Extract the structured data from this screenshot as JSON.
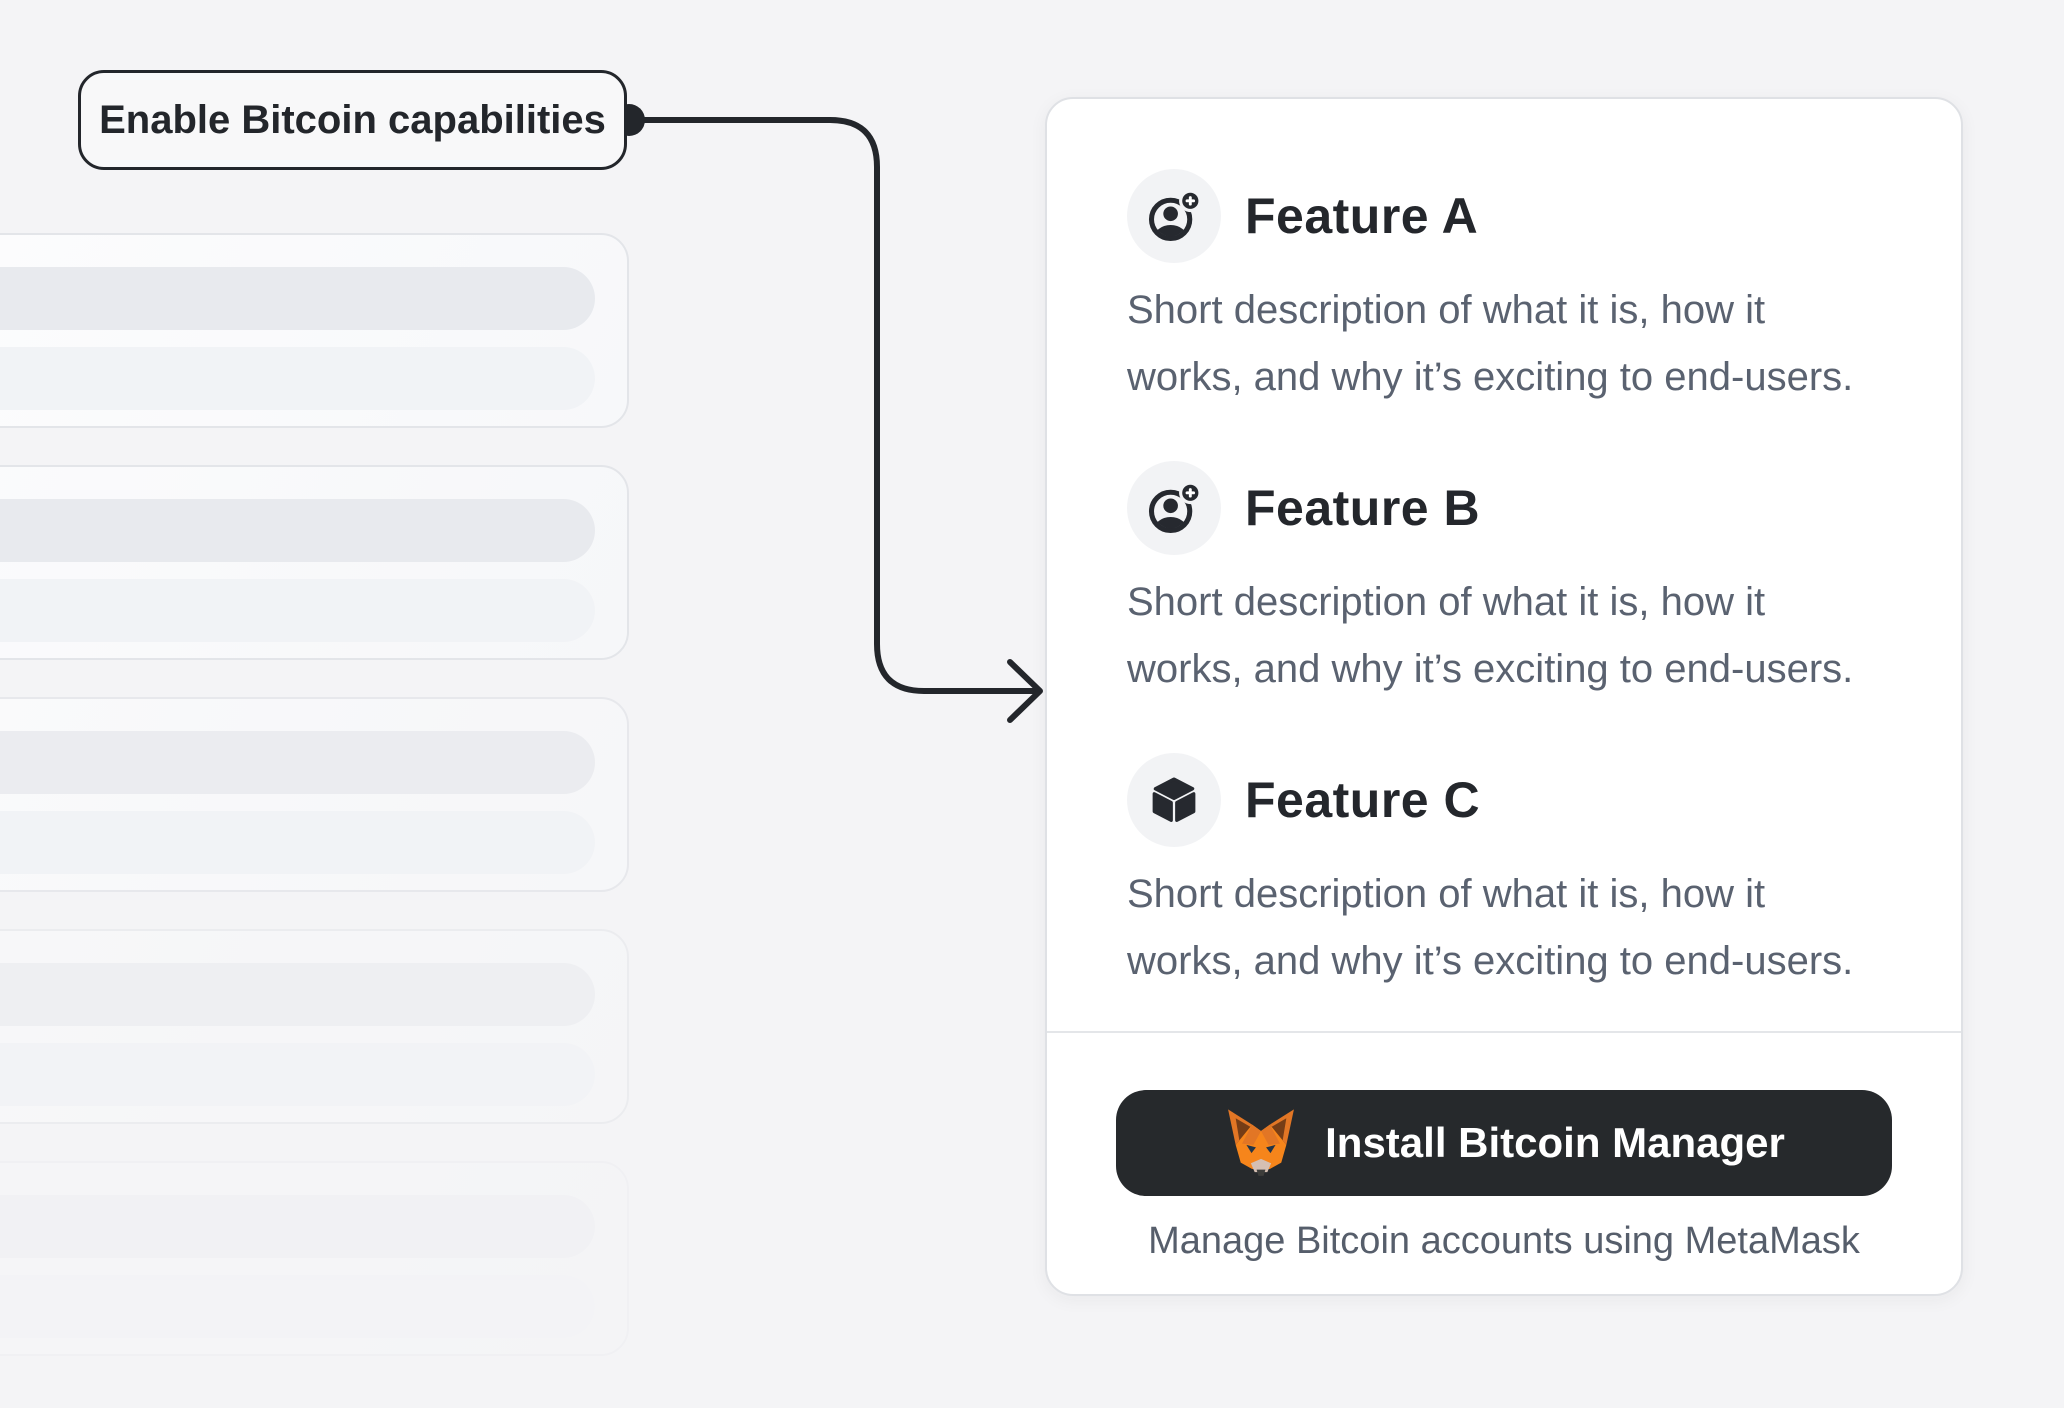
{
  "page": {
    "background_color": "#f4f4f6",
    "accent_dark": "#23262b",
    "card_border_color": "#dfe1e5",
    "icon_circle_color": "#f2f3f5",
    "heading_color": "#24272c",
    "body_text_color": "#5a6270",
    "button_color": "#26292c"
  },
  "callout": {
    "label": "Enable Bitcoin capabilities"
  },
  "skeleton_list": {
    "card_count": 5,
    "bars_per_card": 2
  },
  "card": {
    "features": [
      {
        "icon": "user-add-icon",
        "title": "Feature A",
        "description_lines": [
          "Short description of what it is, how it",
          "works, and why it’s exciting to end-users."
        ]
      },
      {
        "icon": "user-add-icon",
        "title": "Feature B",
        "description_lines": [
          "Short description of what it is, how it",
          "works, and why it’s exciting to end-users."
        ]
      },
      {
        "icon": "cube-icon",
        "title": "Feature C",
        "description_lines": [
          "Short description of what it is, how it",
          "works, and why it’s exciting to end-users."
        ]
      }
    ],
    "footer": {
      "install_button": {
        "icon": "metamask-fox-icon",
        "label": "Install Bitcoin Manager"
      },
      "caption": "Manage Bitcoin accounts using MetaMask"
    }
  }
}
